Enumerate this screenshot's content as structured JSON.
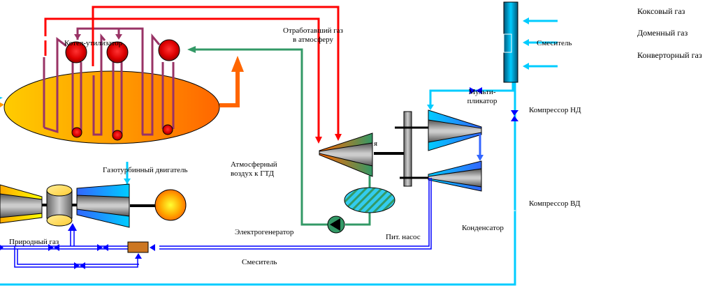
{
  "diagram": {
    "title": "Схема парогазовой установки",
    "labels": {
      "boiler": "Котел-утилизатор",
      "exhaust_gas_line1": "Отработавший газ",
      "exhaust_gas_line2": "в атмосферу",
      "mixer_top": "Смеситель",
      "multiplier_line1": "Мульти-",
      "multiplier_line2": "пликатор",
      "compressor_ld": "Компрессор НД",
      "compressor_hd": "Компрессор ВД",
      "gas_turbine_engine": "Газотурбинный двигатель",
      "atm_air_line1": "Атмосферный",
      "atm_air_line2": "воздух к ГТД",
      "electric_generator": "Электрогенератор",
      "feed_pump": "Пит. насос",
      "condenser": "Конденсатор",
      "natural_gas": "Природный газ",
      "mixer_bottom": "Смеситель",
      "turbine_partial": "я"
    },
    "legend": [
      {
        "label": "Коксовый газ"
      },
      {
        "label": "Доменный газ"
      },
      {
        "label": "Конверторный газ"
      }
    ],
    "colors": {
      "hot_gas": "#ff0000",
      "steam_loop": "#993366",
      "feedwater": "#339966",
      "process_gas": "#00ccff",
      "natural_gas_line": "#0000ff",
      "exhaust_arrow": "#ff6600",
      "boiler_fill_start": "#ffcc00",
      "boiler_fill_end": "#ff6600"
    }
  }
}
